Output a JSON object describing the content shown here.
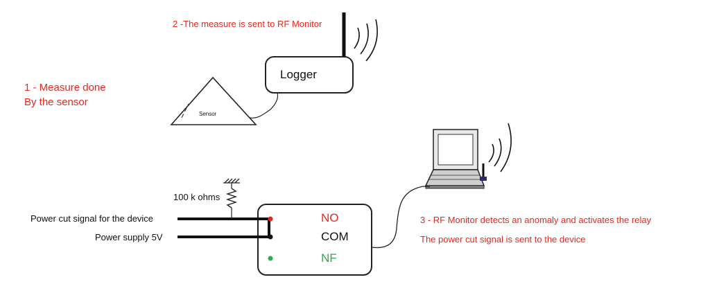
{
  "steps": {
    "step1_line1": "1 - Measure done",
    "step1_line2": "By the sensor",
    "step2": "2 -The measure is sent to RF Monitor",
    "step3_line1": "3 -  RF Monitor detects an anomaly and activates the relay",
    "step3_line2": "The power cut signal is sent to the device"
  },
  "devices": {
    "logger": "Logger",
    "sensor": "Sensor"
  },
  "relay": {
    "no": "NO",
    "com": "COM",
    "nf": "NF"
  },
  "wiring": {
    "resistor": "100 k ohms",
    "power_cut_signal": "Power cut signal for the device",
    "power_supply": "Power supply 5V"
  },
  "colors": {
    "annotation": "#e8261f",
    "no_dot": "#e8261f",
    "nf_dot": "#2fa84f",
    "com_dot": "#111111"
  }
}
